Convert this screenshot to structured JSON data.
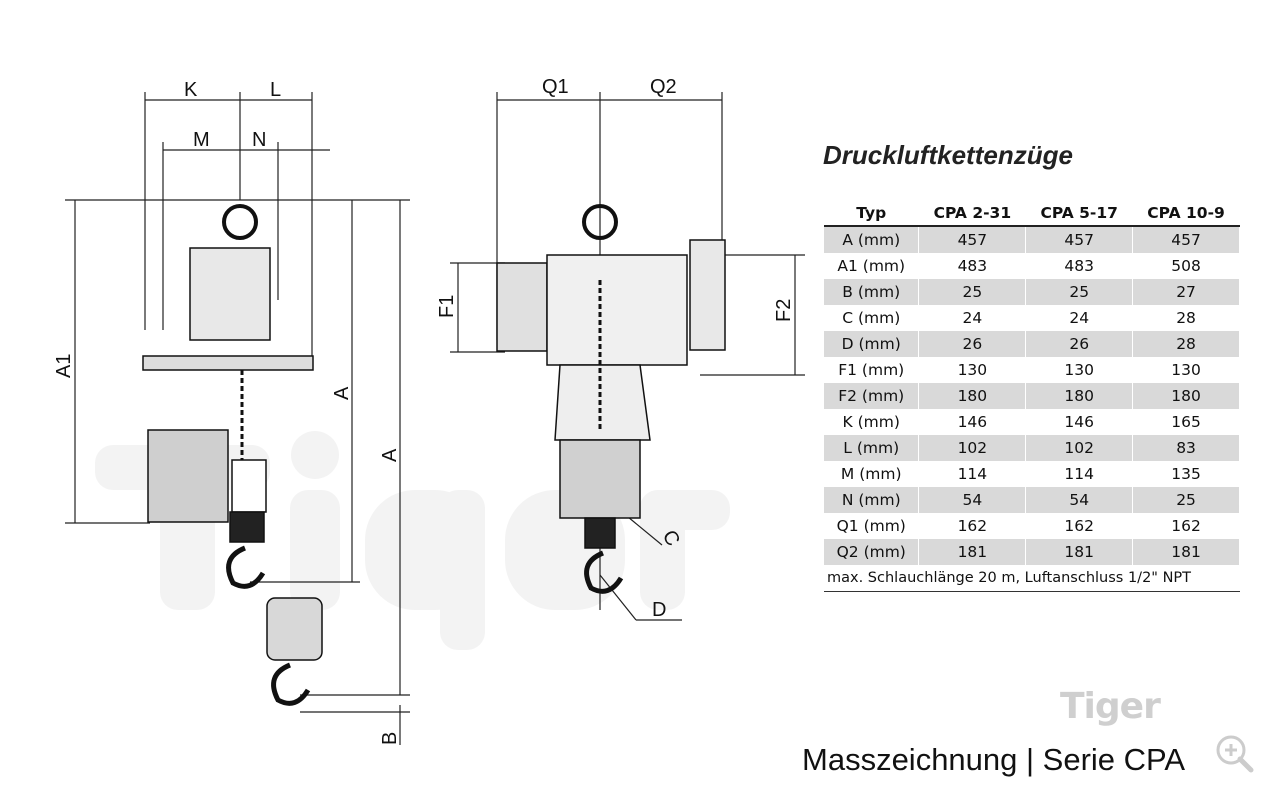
{
  "title": "Druckluftkettenzüge",
  "caption": "Masszeichnung | Serie CPA",
  "watermark": "Tiger",
  "logo_text": "Tiger",
  "dimension_labels": {
    "K": "K",
    "L": "L",
    "M": "M",
    "N": "N",
    "A1": "A1",
    "A_inner": "A",
    "A_outer": "A",
    "B": "B",
    "Q1": "Q1",
    "Q2": "Q2",
    "F1": "F1",
    "F2": "F2",
    "C": "C",
    "D": "D"
  },
  "table": {
    "headers": [
      "Typ",
      "CPA 2-31",
      "CPA 5-17",
      "CPA 10-9"
    ],
    "rows": [
      [
        "A (mm)",
        "457",
        "457",
        "457"
      ],
      [
        "A1 (mm)",
        "483",
        "483",
        "508"
      ],
      [
        "B (mm)",
        "25",
        "25",
        "27"
      ],
      [
        "C (mm)",
        "24",
        "24",
        "28"
      ],
      [
        "D (mm)",
        "26",
        "26",
        "28"
      ],
      [
        "F1 (mm)",
        "130",
        "130",
        "130"
      ],
      [
        "F2 (mm)",
        "180",
        "180",
        "180"
      ],
      [
        "K (mm)",
        "146",
        "146",
        "165"
      ],
      [
        "L (mm)",
        "102",
        "102",
        "83"
      ],
      [
        "M (mm)",
        "114",
        "114",
        "135"
      ],
      [
        "N (mm)",
        "54",
        "54",
        "25"
      ],
      [
        "Q1 (mm)",
        "162",
        "162",
        "162"
      ],
      [
        "Q2 (mm)",
        "181",
        "181",
        "181"
      ]
    ],
    "footer": "max. Schlauchlänge 20 m, Luftanschluss 1/2\" NPT"
  },
  "icons": {
    "zoom": "zoom-in-icon"
  }
}
